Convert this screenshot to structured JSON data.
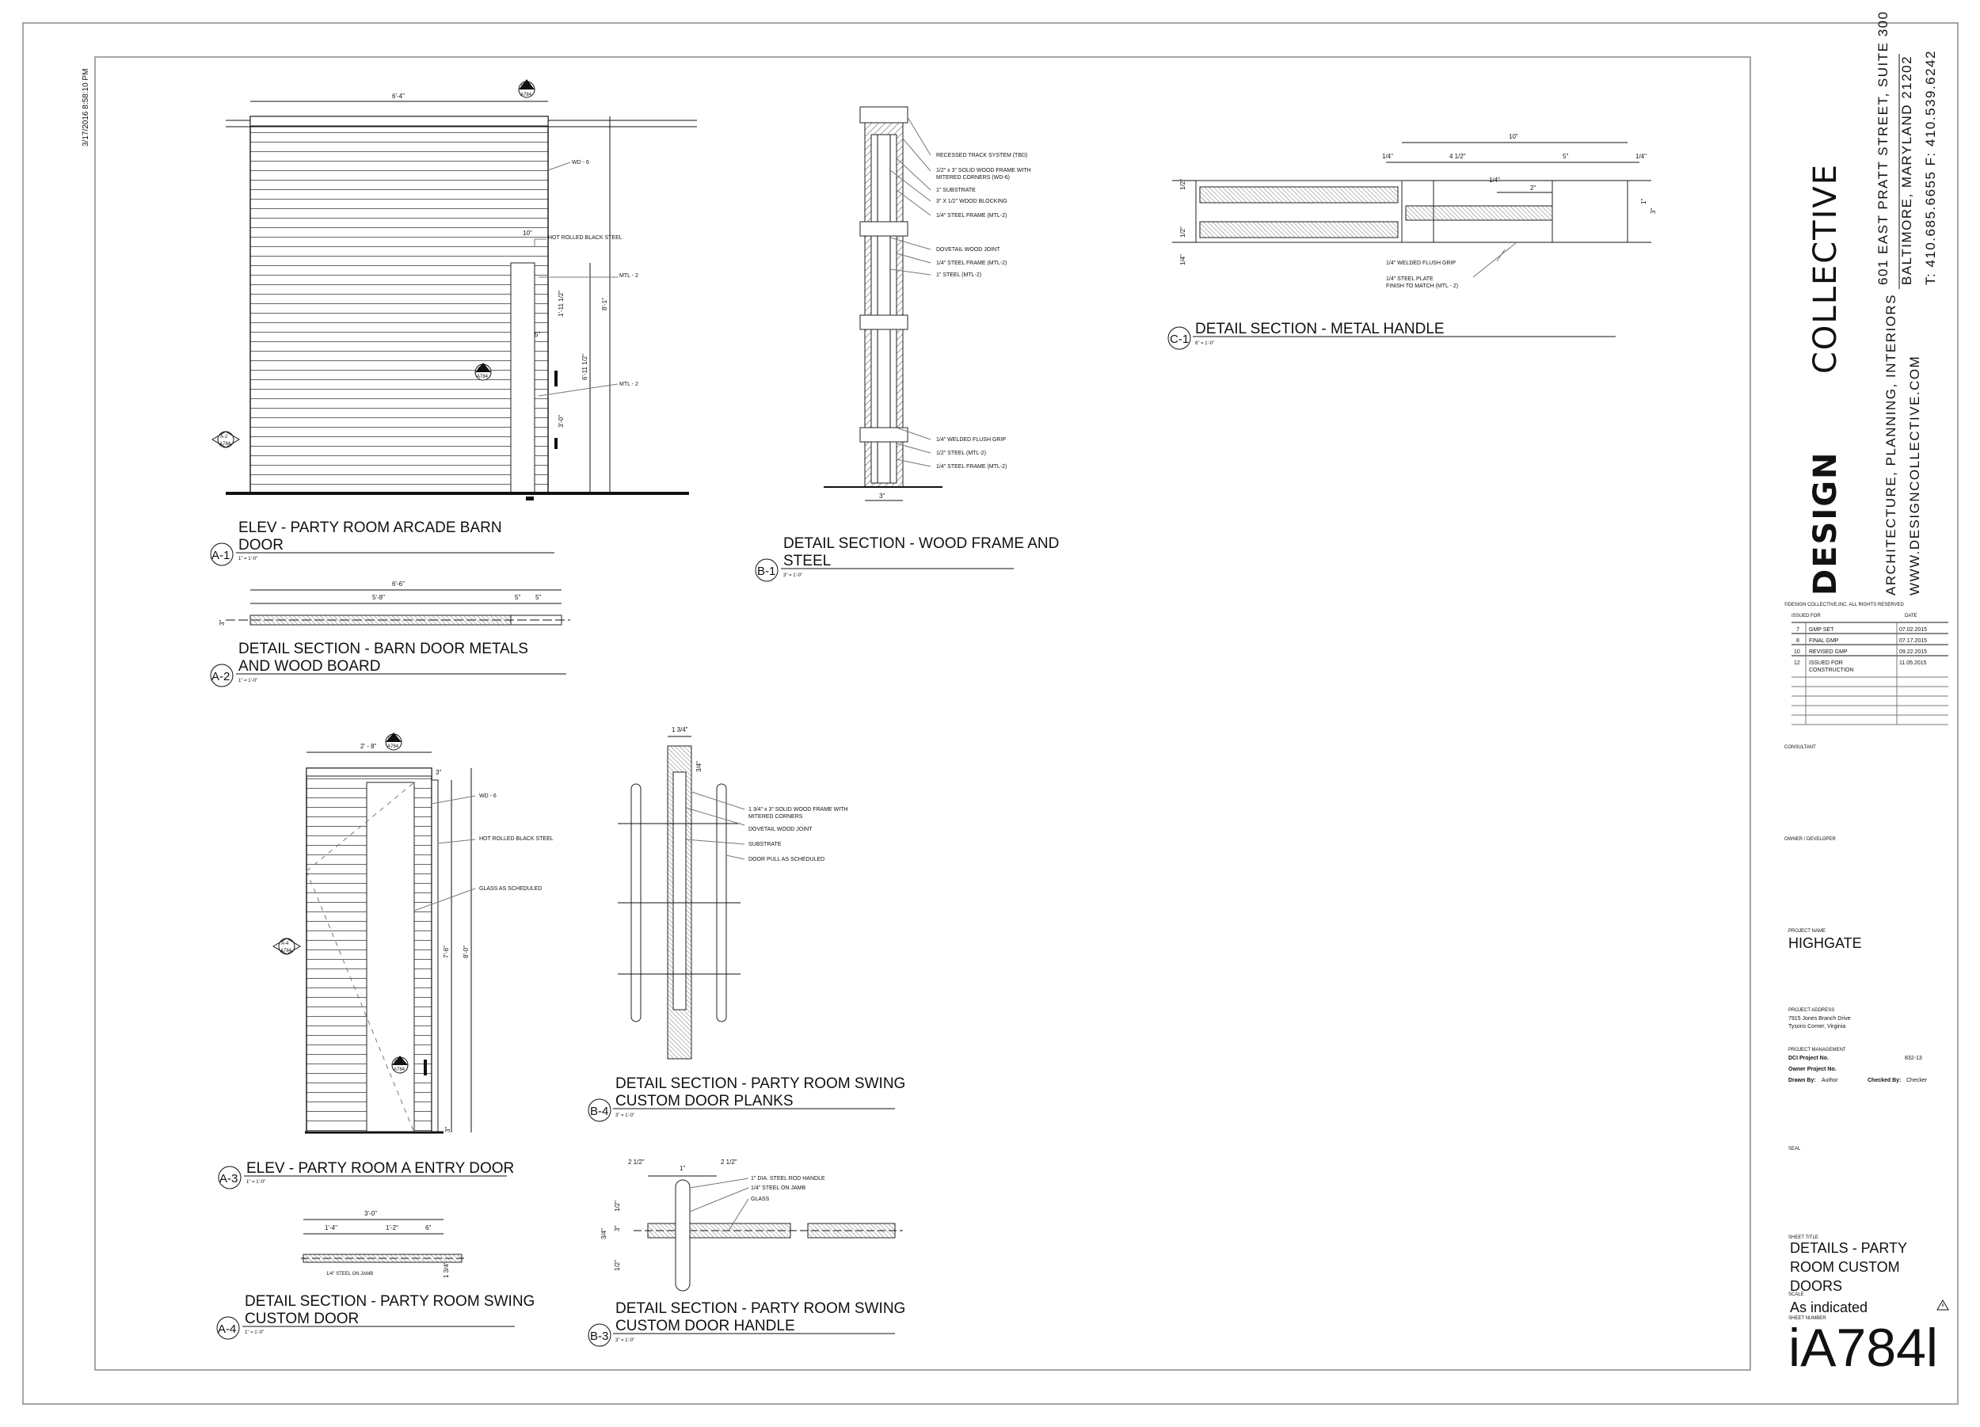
{
  "timestamp": "3/17/2016 8:58:10 PM",
  "firm": {
    "name_bold": "DESIGN",
    "name_light": "COLLECTIVE",
    "disciplines": "ARCHITECTURE, PLANNING, INTERIORS",
    "website": "WWW.DESIGNCOLLECTIVE.COM",
    "address1": "601 EAST PRATT STREET, SUITE 300",
    "address2": "BALTIMORE, MARYLAND 21202",
    "phone": "T: 410.685.6655  F: 410.539.6242",
    "copyright": "©DESIGN COLLECTIVE,INC. ALL RIGHTS RESERVED"
  },
  "issues": {
    "header_issued": "ISSUED FOR",
    "header_date": "DATE",
    "rows": [
      {
        "num": "7",
        "desc": "GMP SET",
        "date": "07.02.2015"
      },
      {
        "num": "8",
        "desc": "FINAL GMP",
        "date": "07.17.2015"
      },
      {
        "num": "10",
        "desc": "REVISED GMP",
        "date": "09.22.2015"
      },
      {
        "num": "12",
        "desc": "ISSUED FOR",
        "desc2": "CONSTRUCTION",
        "date": "11.05.2015"
      }
    ]
  },
  "titleblock": {
    "consultant_label": "CONSULTANT",
    "owner_label": "OWNER / DEVELOPER",
    "project_name_label": "PROJECT NAME",
    "project_name": "HIGHGATE",
    "project_address_label": "PROJECT ADDRESS",
    "address_line1": "7915 Jones Branch Drive",
    "address_line2": "Tysons Corner, Virginia",
    "project_mgmt_label": "PROJECT MANAGEMENT",
    "dci_label": "DCI Project No.",
    "dci_value": "832-13",
    "owner_no_label": "Owner Project No.",
    "drawn_by_label": "Drawn By:",
    "drawn_by": "Author",
    "checked_by_label": "Checked By:",
    "checked_by": "Checker",
    "seal_label": "SEAL",
    "sheet_title_label": "SHEET TITLE",
    "sheet_title_1": "DETAILS - PARTY",
    "sheet_title_2": "ROOM CUSTOM",
    "sheet_title_3": "DOORS",
    "scale_label": "SCALE",
    "scale": "As indicated",
    "sheet_number_label": "SHEET NUMBER",
    "sheet_number": "iA784l"
  },
  "views": {
    "a1": {
      "id": "A-1",
      "title1": "ELEV - PARTY ROOM ARCADE BARN",
      "title2": "DOOR",
      "scale": "1\" = 1'-0\""
    },
    "a2": {
      "id": "A-2",
      "title1": "DETAIL SECTION  - BARN DOOR METALS",
      "title2": "AND WOOD BOARD",
      "scale": "1\" = 1'-0\""
    },
    "a3": {
      "id": "A-3",
      "title1": "ELEV - PARTY ROOM A ENTRY DOOR",
      "scale": "1\" = 1'-0\""
    },
    "a4": {
      "id": "A-4",
      "title1": "DETAIL SECTION  - PARTY ROOM SWING",
      "title2": "CUSTOM DOOR",
      "scale": "1\" = 1'-0\""
    },
    "b1": {
      "id": "B-1",
      "title1": "DETAIL SECTION  - WOOD FRAME AND",
      "title2": "STEEL",
      "scale": "3\" = 1'-0\""
    },
    "b3": {
      "id": "B-3",
      "title1": "DETAIL SECTION  - PARTY ROOM SWING",
      "title2": "CUSTOM DOOR HANDLE",
      "scale": "3\" = 1'-0\""
    },
    "b4": {
      "id": "B-4",
      "title1": "DETAIL SECTION  - PARTY ROOM SWING",
      "title2": "CUSTOM DOOR PLANKS",
      "scale": "3\" = 1'-0\""
    },
    "c1": {
      "id": "C-1",
      "title1": "DETAIL SECTION  - METAL HANDLE",
      "scale": "6\" = 1'-0\""
    }
  },
  "a1_notes": {
    "n1": "WD - 6",
    "n2": "HOT ROLLED BLACK STEEL",
    "n3": "MTL - 2",
    "n4": "MTL - 2",
    "dim_w": "6'-4\"",
    "dim_10": "10\"",
    "dim_5": "5\"",
    "dim_a": "1'-11 1/2\"",
    "dim_b": "6'-11 1/2\"",
    "dim_c": "3'-0\"",
    "dim_h": "8'-1\""
  },
  "a2_dims": {
    "d1": "6'-6\"",
    "d2": "5'-8\"",
    "d3": "5\"",
    "d4": "5\"",
    "d5": "3\""
  },
  "a3_notes": {
    "n1": "WD - 6",
    "n2": "HOT ROLLED BLACK STEEL",
    "n3": "GLASS AS SCHEDULED",
    "dim_w": "2' - 8\"",
    "dim_h1": "7'-6\"",
    "dim_h2": "8'-0\"",
    "dim_t": "3\"",
    "dim_b": "3\""
  },
  "a4_dims": {
    "d1": "3'-0\"",
    "d2": "1'-4\"",
    "d3": "1'-2\"",
    "d4": "6\"",
    "note": "1/4\" STEEL ON JAMB",
    "d5": "1 3/4\""
  },
  "b1_notes": {
    "n1": "RECESSED TRACK SYSTEM (TBD)",
    "n2": "1/2\" x 3\" SOLID WOOD FRAME WITH",
    "n2b": "MITERED CORNERS (WD-6)",
    "n3": "1\" SUBSTRATE",
    "n4": "3\" X 1/2\" WOOD BLOCKING",
    "n5": "1/4\" STEEL FRAME (MTL-2)",
    "n6": "DOVETAIL WOOD JOINT",
    "n7": "1/4\" STEEL FRAME (MTL-2)",
    "n8": "1\" STEEL (MTL-2)",
    "n9": "1/4\" WELDED FLUSH GRIP",
    "n10": "1/2\" STEEL (MTL-2)",
    "n11": "1/4\" STEEL FRAME (MTL-2)",
    "dim": "3\""
  },
  "b3_notes": {
    "n1": "1\" DIA. STEEL ROD HANDLE",
    "n2": "1/4\" STEEL ON JAMB",
    "n3": "GLASS",
    "d1": "2 1/2\"",
    "d2": "1\"",
    "d3": "2 1/2\"",
    "d4": "1/2\"",
    "d5": "3\"",
    "d6": "3/4\"",
    "d7": "1/2\""
  },
  "b4_notes": {
    "n1": "1 3/4\" x 3\" SOLID WOOD FRAME WITH",
    "n1b": "MITERED CORNERS",
    "n2": "DOVETAIL WOOD JOINT",
    "n3": "SUBSTRATE",
    "n4": "DOOR PULL AS SCHEDULED",
    "d1": "1 3/4\"",
    "d2": "3/4\""
  },
  "c1_notes": {
    "n1": "1/4\" WELDED FLUSH GRIP",
    "n2": "1/4\" STEEL PLATE",
    "n2b": "FINISH TO MATCH (MTL - 2)",
    "d1": "10\"",
    "d2": "1/4\"",
    "d3": "4 1/2\"",
    "d4": "5\"",
    "d5": "1/4\"",
    "d6": "1/4\"",
    "d7": "2\"",
    "d8": "1/2\"",
    "d9": "1/2\"",
    "d10": "1\"",
    "d11": "3\"",
    "d12": "1/4\""
  },
  "tags": {
    "b1_a784": "B-1",
    "c1_a784": "C-1",
    "a2_a784": "A-2",
    "b4_a784": "B-4",
    "a4_a784": "A-4",
    "b3_a784": "B-3",
    "ref_sheet": "A784"
  }
}
